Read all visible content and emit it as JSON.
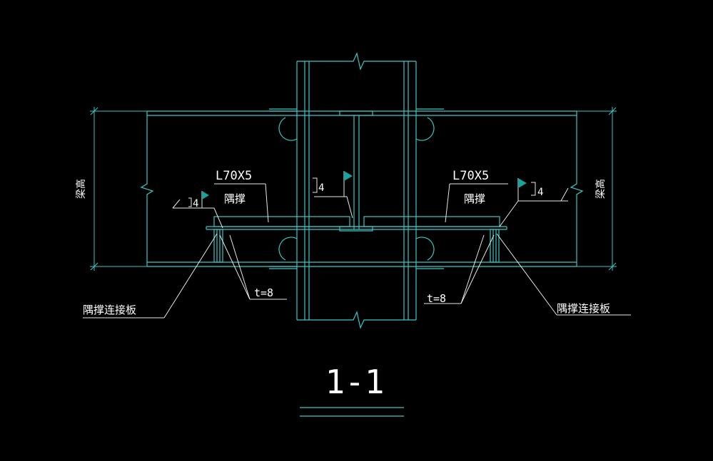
{
  "drawing": {
    "title": "1-1",
    "left": {
      "section_label": "L70X5",
      "member_label": "隅撑",
      "weld_size": "4",
      "plate_label": "隅撑连接板",
      "plate_thickness": "t=8",
      "dimension_label": "梁高"
    },
    "right": {
      "section_label": "L70X5",
      "member_label": "隅撑",
      "weld_size": "4",
      "plate_label": "隅撑连接板",
      "plate_thickness": "t=8",
      "dimension_label": "梁高"
    },
    "center": {
      "weld_size": "4"
    }
  }
}
